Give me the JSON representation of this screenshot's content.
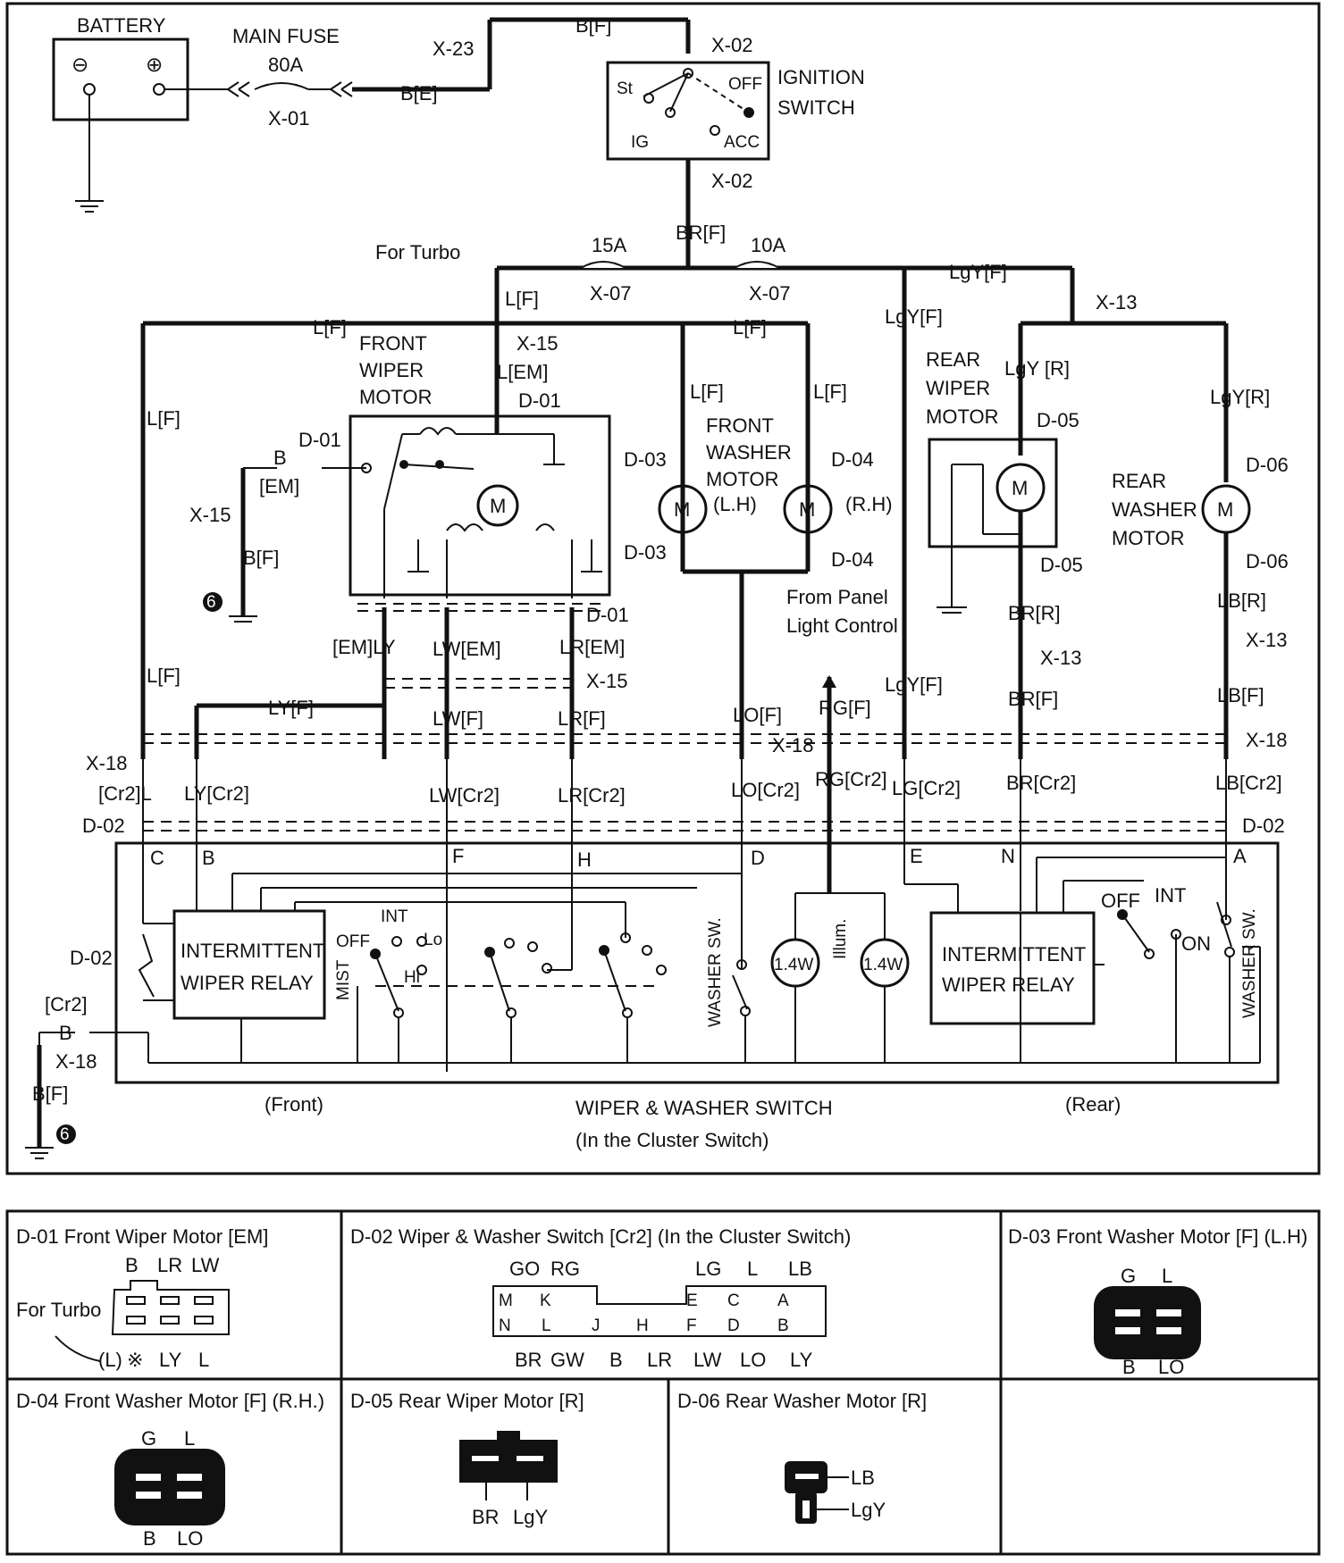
{
  "power": {
    "battery": "BATTERY",
    "minus": "⊖",
    "plus": "⊕",
    "main_fuse": "MAIN FUSE",
    "main_fuse_rating": "80A",
    "x01": "X-01",
    "x23": "X-23",
    "wire_be": "B[E]",
    "wire_bf_top": "B[F]",
    "x02_top": "X-02",
    "x02_bottom": "X-02",
    "ignition_switch_l1": "IGNITION",
    "ignition_switch_l2": "SWITCH",
    "ign_st": "St",
    "ign_off": "OFF",
    "ign_ig": "IG",
    "ign_acc": "ACC",
    "wire_brf": "BR[F]",
    "fuse15": "15A",
    "fuse10": "10A",
    "x07_a": "X-07",
    "x07_b": "X-07",
    "for_turbo": "For Turbo",
    "lgyf_top": "LgY[F]"
  },
  "front_wiper": {
    "wire_lf_left": "L[F]",
    "wire_lf_mid": "L[F]",
    "wire_lf_x15": "L[F]",
    "x15": "X-15",
    "lem": "L[EM]",
    "d01_top": "D-01",
    "title_l1": "FRONT",
    "title_l2": "WIPER",
    "title_l3": "MOTOR",
    "d01_left": "D-01",
    "b_label": "B",
    "em_label": "[EM]",
    "x15_left": "X-15",
    "bf_left": "B[F]",
    "ground_ref": "6",
    "d01_bottom": "D-01",
    "emly": "[EM]LY",
    "lwem": "LW[EM]",
    "lrem": "LR[EM]",
    "x15_mid": "X-15",
    "lyf": "LY[F]",
    "lwf": "LW[F]",
    "lrf": "LR[F]",
    "lf_vert": "L[F]",
    "lf_low": "L[F]",
    "motor": "M"
  },
  "front_washer": {
    "lf_a": "L[F]",
    "lf_b": "L[F]",
    "title_l1": "FRONT",
    "title_l2": "WASHER",
    "title_l3": "MOTOR",
    "lh": "(L.H)",
    "rh": "(R.H)",
    "d03_top": "D-03",
    "d03_bottom": "D-03",
    "d04_top": "D-04",
    "d04_bottom": "D-04",
    "panel_l1": "From Panel",
    "panel_l2": "Light Control",
    "lof": "LO[F]",
    "rgf": "RG[F]",
    "x18_mid": "X-18",
    "motor": "M"
  },
  "rear": {
    "lgyf": "LgY[F]",
    "x13_top": "X-13",
    "lgyr_a": "LgY [R]",
    "lgyr_b": "LgY[R]",
    "wiper_l1": "REAR",
    "wiper_l2": "WIPER",
    "wiper_l3": "MOTOR",
    "d05_top": "D-05",
    "d05_bottom": "D-05",
    "brr": "BR[R]",
    "x13_mid": "X-13",
    "brf": "BR[F]",
    "washer_l1": "REAR",
    "washer_l2": "WASHER",
    "washer_l3": "MOTOR",
    "d06_top": "D-06",
    "d06_bottom": "D-06",
    "lbr": "LB[R]",
    "x13_right": "X-13",
    "lbf": "LB[F]",
    "x18_right": "X-18",
    "lgyf_low": "LgY[F]",
    "motor": "M"
  },
  "switch": {
    "x18_left": "X-18",
    "cr2l": "[Cr2]L",
    "lycr2": "LY[Cr2]",
    "lwcr2": "LW[Cr2]",
    "lrcr2": "LR[Cr2]",
    "locr2": "LO[Cr2]",
    "rgcr2": "RG[Cr2]",
    "lgcr2": "LG[Cr2]",
    "brcr2": "BR[Cr2]",
    "lbcr2": "LB[Cr2]",
    "d02_left": "D-02",
    "d02_right": "D-02",
    "pin_c": "C",
    "pin_b": "B",
    "pin_f": "F",
    "pin_h": "H",
    "pin_d": "D",
    "pin_e": "E",
    "pin_n": "N",
    "pin_a": "A",
    "relay_l1": "INTERMITTENT",
    "relay_l2": "WIPER RELAY",
    "rear_relay_l1": "INTERMITTENT",
    "rear_relay_l2": "WIPER RELAY",
    "off": "OFF",
    "int": "INT",
    "lo": "Lo",
    "hi": "Hi",
    "mist": "MIST",
    "washer_sw": "WASHER SW.",
    "washer_sw_rear": "WASHER SW.",
    "bulb1": "1.4W",
    "bulb2": "1.4W",
    "illum": "Illum.",
    "rear_off": "OFF",
    "rear_int": "INT",
    "rear_on": "ON",
    "front": "(Front)",
    "rear": "(Rear)",
    "caption_l1": "WIPER & WASHER SWITCH",
    "caption_l2": "(In the Cluster Switch)",
    "d02_gnd": "D-02",
    "cr2_gnd": "[Cr2]",
    "b_gnd": "B",
    "x18_gnd": "X-18",
    "bf_gnd": "B[F]",
    "ground_ref": "6"
  },
  "connectors": {
    "d01": {
      "title": "D-01 Front Wiper Motor [EM]",
      "top": [
        "B",
        "LR",
        "LW"
      ],
      "bottom": [
        "(L)",
        "※",
        "LY",
        "L"
      ],
      "turbo": "For Turbo"
    },
    "d02": {
      "title": "D-02 Wiper & Washer Switch [Cr2] (In the Cluster Switch)",
      "top": [
        "GO",
        "RG",
        "LG",
        "L",
        "LB"
      ],
      "pins_top": [
        "M",
        "K",
        "E",
        "C",
        "A"
      ],
      "pins_bottom": [
        "N",
        "L",
        "J",
        "H",
        "F",
        "D",
        "B"
      ],
      "bottom": [
        "BR",
        "GW",
        "B",
        "LR",
        "LW",
        "LO",
        "LY"
      ]
    },
    "d03": {
      "title": "D-03 Front Washer Motor [F] (L.H)",
      "top": [
        "G",
        "L"
      ],
      "bottom": [
        "B",
        "LO"
      ]
    },
    "d04": {
      "title": "D-04 Front Washer Motor [F] (R.H.)",
      "top": [
        "G",
        "L"
      ],
      "bottom": [
        "B",
        "LO"
      ]
    },
    "d05": {
      "title": "D-05 Rear Wiper Motor [R]",
      "bottom": [
        "BR",
        "LgY"
      ]
    },
    "d06": {
      "title": "D-06 Rear Washer Motor [R]",
      "right": [
        "LB",
        "LgY"
      ]
    }
  }
}
